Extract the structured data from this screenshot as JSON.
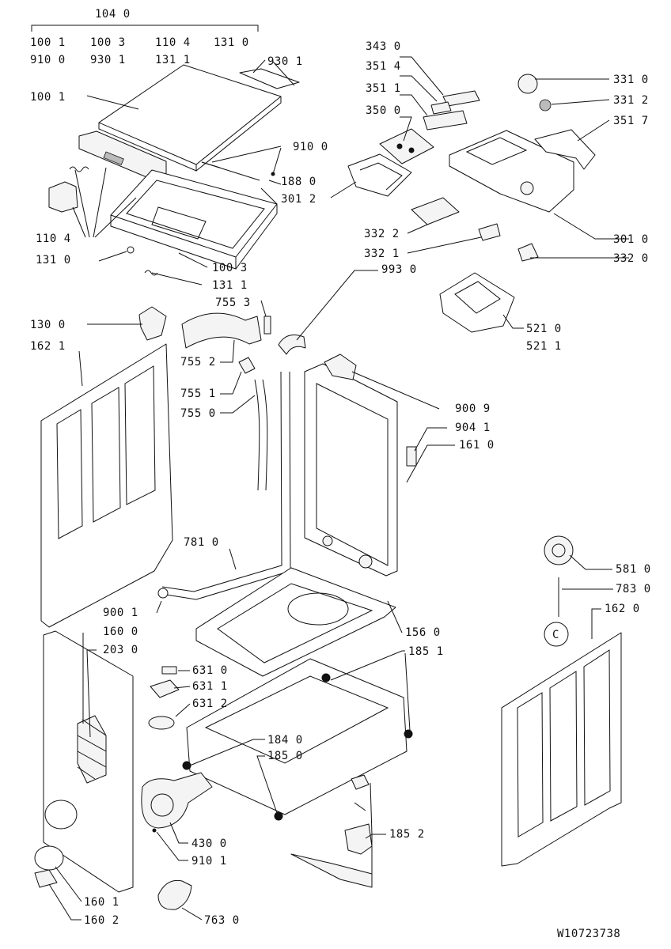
{
  "header": {
    "top_code": "104 0",
    "group_row1": [
      "100 1",
      "100 3",
      "110 4",
      "131 0"
    ],
    "group_row2": [
      "910 0",
      "930 1",
      "131 1"
    ]
  },
  "labels": {
    "l9301": "930 1",
    "l1001": "100 1",
    "l9100": "910 0",
    "l1880": "188 0",
    "l3012": "301 2",
    "l1104": "110 4",
    "l1310": "131 0",
    "l1003": "100 3",
    "l1311": "131 1",
    "l7553": "755 3",
    "l3430": "343 0",
    "l3514": "351 4",
    "l3511": "351 1",
    "l3500": "350 0",
    "l3310": "331 0",
    "l3312": "331 2",
    "l3517": "351 7",
    "l3322": "332 2",
    "l3321": "332 1",
    "l3010": "301 0",
    "l3320": "332 0",
    "l9930": "993 0",
    "l5210": "521 0",
    "l5211": "521 1",
    "l1300": "130 0",
    "l1621": "162 1",
    "l7552": "755 2",
    "l7551": "755 1",
    "l7550": "755 0",
    "l9009": "900 9",
    "l9041": "904 1",
    "l1610": "161 0",
    "l7810": "781 0",
    "l5810": "581 0",
    "l7830": "783 0",
    "l1620": "162 0",
    "l9001": "900 1",
    "l1600": "160 0",
    "l2030": "203 0",
    "l1560": "156 0",
    "l1851": "185 1",
    "l6310": "631 0",
    "l6311": "631 1",
    "l6312": "631 2",
    "l1840": "184 0",
    "l1850": "185 0",
    "l1852": "185 2",
    "l4300": "430 0",
    "l9101": "910 1",
    "l1601": "160 1",
    "l1602": "160 2",
    "l7630": "763 0"
  },
  "drawing_number": "W10723738",
  "colors": {
    "line": "#111111",
    "background": "#ffffff"
  }
}
